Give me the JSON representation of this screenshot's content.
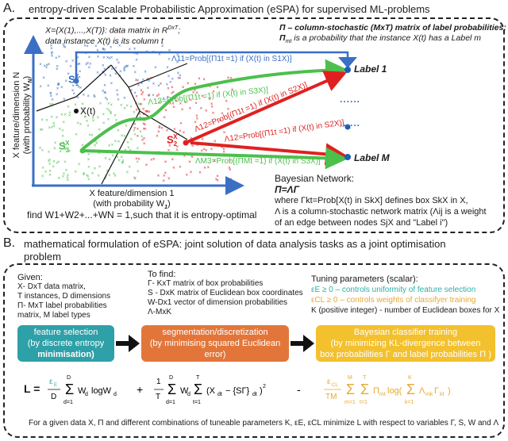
{
  "panel_a": {
    "letter": "A.",
    "title": "entropy-driven Scalable Probabilistic Approximation (eSPA) for supervised ML-problems",
    "data_def_line1": "X={X(1),...,X(T)}: data matrix in R",
    "data_def_sup": "DxT",
    "data_def_line1_end": ";",
    "data_def_line2": "data instance X(t) is its column t",
    "pi_def_line1": "Π – column-stochastic (MxT) matrix of label probabilities;",
    "pi_def_line2": "Π",
    "pi_def_line2_sub": "mt",
    "pi_def_line2_rest": " is a probability that the instance X(t)  has a Label m",
    "y_axis_label_1": "X feature/dimension N",
    "y_axis_label_2": "(with probability W",
    "y_axis_label_2_sub": "N",
    "y_axis_label_2_end": ")",
    "x_axis_label_1": "X feature/dimension 1",
    "x_axis_label_2": "(with probability W",
    "x_axis_label_2_sub": "1",
    "x_axis_label_2_end": ")",
    "s1": "S",
    "s1_sub": "1",
    "s1_sup": "X",
    "s2": "S",
    "s2_sub": "2",
    "s2_sup": "X",
    "s3": "S",
    "s3_sub": "3",
    "s3_sup": "X",
    "xt": "X(t)",
    "lambda_11": "Λ11=Prob[(Π1t =1) if (X(t) in S1X)]",
    "lambda_13": "Λ13=Prob[(Π1t =1) if (X(t) in S3X)]",
    "lambda_1_2": "Λ12=Prob[(Π1t =1) if (X(t) in S2X)]",
    "lambda_12b": "Λ12=Prob[(Π1t =1) if (X(t) in S2X)]",
    "lambda_m3": "ΛM3=Prob[(ΠMt =1) if (X(t) in S3X)]",
    "label_1": "Label 1",
    "label_m": "Label M",
    "dots": "......",
    "entropy_line": "find W1+W2+...+WN = 1,such that it is entropy-optimal",
    "bayes_title": "Bayesian Network:",
    "bayes_eq": "Π=ΛΓ",
    "bayes_line1": "where Γkt=Prob[X(t) in SkX] defines box SkX in X,",
    "bayes_line2": "Λ is a column-stochastic network matrix (Λij is a weight",
    "bayes_line3": "of an edge between nodes SjX and \"Label i\")"
  },
  "panel_b": {
    "letter": "B.",
    "title_line1": "mathematical formulation of eSPA: joint solution of data analysis tasks as a joint optimisation",
    "title_line2": "problem",
    "given_title": "Given:",
    "given_lines": [
      "X- DxT data matrix,",
      "T instances, D dimensions",
      "Π- MxT label probabilities",
      "matrix, M label types"
    ],
    "find_title": "To find:",
    "find_lines": [
      "Γ- KxT matrix of box probabilities",
      "S - DxK matrix of Euclidean box coordinates",
      "W-Dx1 vector of dimension probabilities",
      "Λ-MxK"
    ],
    "tuning_title": "Tuning parameters (scalar):",
    "tuning_lines": [
      "εE ≥ 0  – controls uniformity of feature selection",
      "εCL ≥ 0  – controls weights of classifyer training",
      "K (positive integer) - number of Euclidean boxes for X"
    ],
    "step1_line1": "feature selection",
    "step1_line2": "(by discrete entropy",
    "step1_line3": "minimisation)",
    "step2_line1": "segmentation/discretization",
    "step2_line2": "(by minimising squared Euclidean",
    "step2_line3": "error)",
    "step3_line1": "Bayesian classifier training",
    "step3_line2": "(by minimizing KL-divergence between",
    "step3_line3": "box probabilities Γ and label probabilities Π )",
    "formula_L": "L =",
    "formula_plus": "+",
    "formula_minus": "-",
    "term1": "εE/D Σ(d=1..D) Wd logWd",
    "term2": "1/T Σ(d=1..D) Wd Σ(t=1..T) (Xdt − {SΓ}dt)²",
    "term3": "εCL/TM Σ(m=1..M) Σ(t=1..T) Πmt log(Σ(k=1..K) Λmk Γkt)",
    "footer": "For a given data X, Π and different combinations of tuneable parameters K, εE, εCL minimize L with respect to variables Γ, S, W and Λ"
  },
  "colors": {
    "blue": "#3a6fc4",
    "red": "#e02020",
    "green": "#4cc04c",
    "teal": "#2ea0a8",
    "orange": "#e2763a",
    "yellow": "#f3c02e",
    "eps_e": "#2bb0a8",
    "eps_cl": "#e9a830"
  }
}
